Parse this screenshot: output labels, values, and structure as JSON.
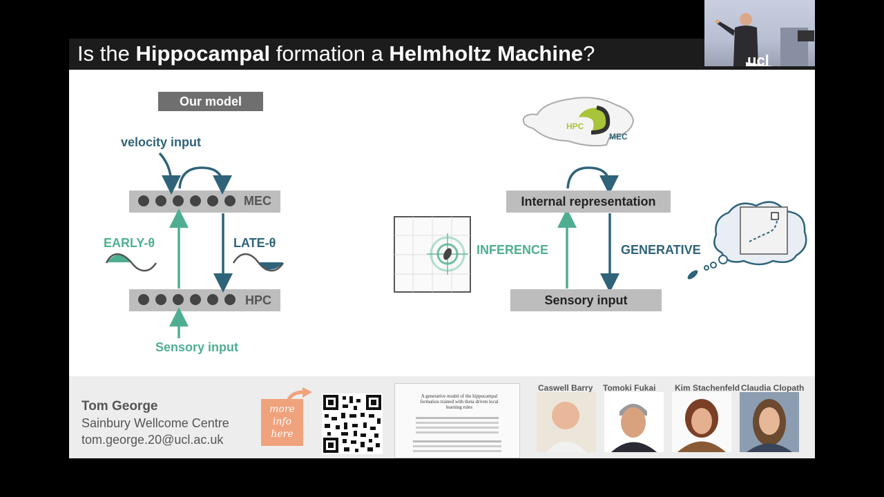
{
  "title": {
    "prefix": "Is the ",
    "hpc": "Hippocampal",
    "middle": " formation a ",
    "machine": "Helmholtz Machine",
    "suffix": "?"
  },
  "left": {
    "model_label": "Our model",
    "velocity_input": "velocity input",
    "mec_label": "MEC",
    "hpc_label": "HPC",
    "early_theta": "EARLY-θ",
    "late_theta": "LATE-θ",
    "sensory_input": "Sensory input"
  },
  "right": {
    "brain_hpc": "HPC",
    "brain_mec": "MEC",
    "internal_rep": "Internal representation",
    "sensory_input": "Sensory input",
    "inference": "INFERENCE",
    "generative": "GENERATIVE"
  },
  "footer": {
    "name": "Tom George",
    "affiliation": "Sainbury Wellcome Centre",
    "email": "tom.george.20@ucl.ac.uk",
    "more_info": [
      "more",
      "info",
      "here"
    ],
    "paper_title": "A generative model of the hippocampal formation trained with theta driven local learning rules",
    "collaborators": [
      "Caswell Barry",
      "Tomoki Fukai",
      "Kim Stachenfeld",
      "Claudia Clopath"
    ]
  },
  "colors": {
    "blue": "#2f6379",
    "green": "#4fae91",
    "bar_gray": "#bdbdbd",
    "lime": "#a7c43a"
  }
}
